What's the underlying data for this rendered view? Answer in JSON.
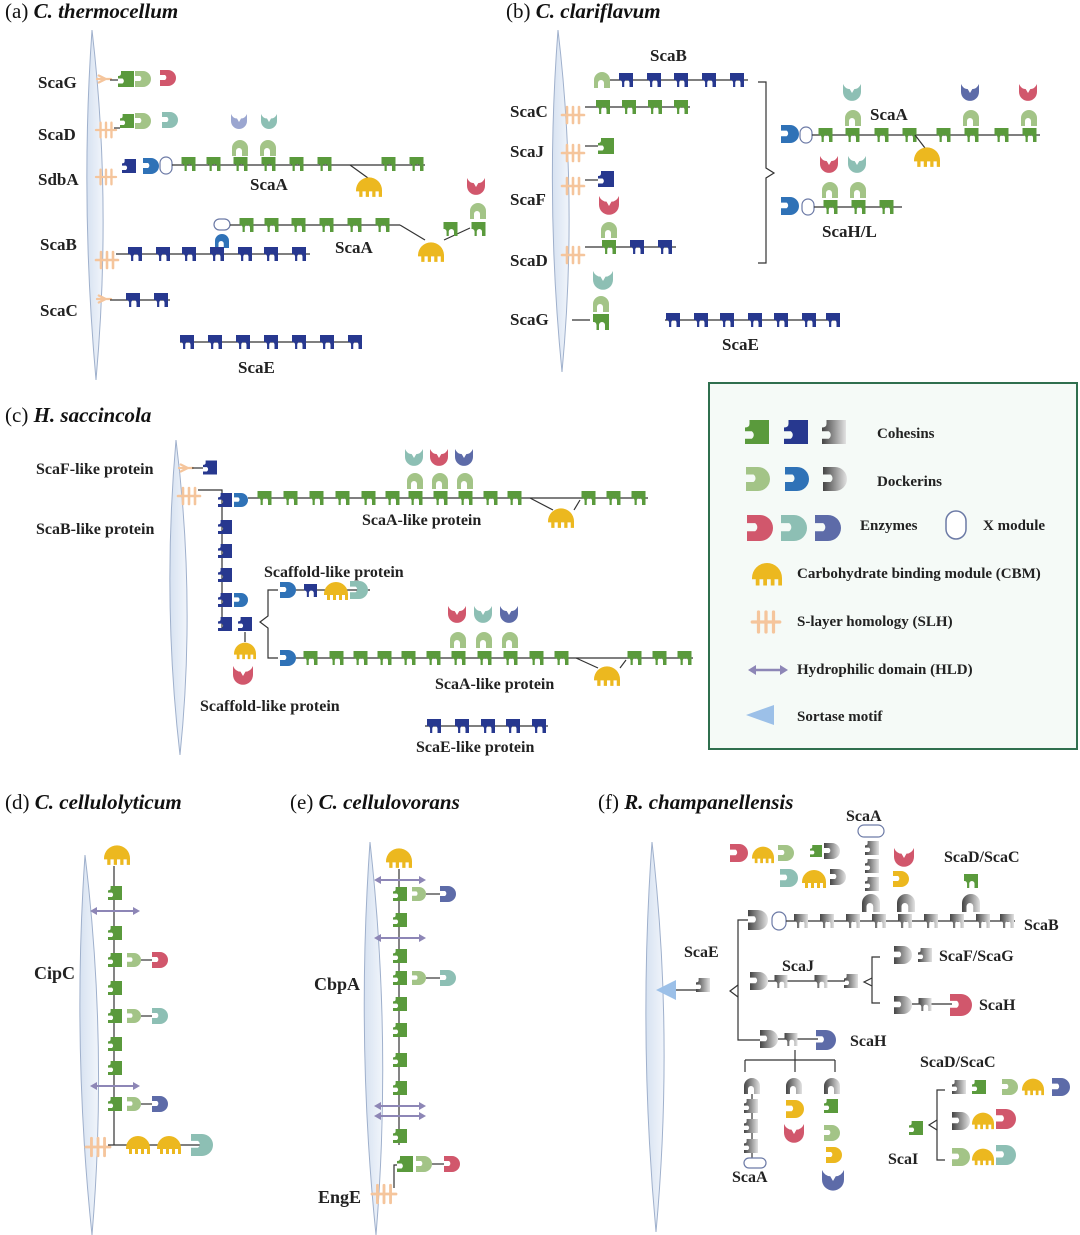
{
  "colors": {
    "green": "#5a9a3c",
    "light_green": "#a3c487",
    "dark_blue": "#27388f",
    "mid_blue": "#2f72b7",
    "gray": "#9a9a9a",
    "pink": "#d1576c",
    "teal": "#8dbfb4",
    "periwinkle": "#5d6ba8",
    "gold": "#ecb81f",
    "slh": "#f5c59c",
    "membrane": "#e8eef7",
    "legend_border": "#2f6f4e",
    "legend_bg": "#f5faf7"
  },
  "panels": {
    "a": {
      "letter": "(a)",
      "species": "C. thermocellum",
      "labels": [
        "ScaG",
        "ScaD",
        "SdbA",
        "ScaB",
        "ScaC",
        "ScaA",
        "ScaA",
        "ScaE"
      ]
    },
    "b": {
      "letter": "(b)",
      "species": "C. clariflavum",
      "labels": [
        "ScaB",
        "ScaC",
        "ScaJ",
        "ScaF",
        "ScaD",
        "ScaG",
        "ScaA",
        "ScaH/L",
        "ScaE"
      ]
    },
    "c": {
      "letter": "(c)",
      "species": "H. saccincola",
      "labels": [
        "ScaF-like protein",
        "ScaB-like protein",
        "ScaA-like protein",
        "Scaffold-like protein",
        "ScaA-like protein",
        "Scaffold-like protein",
        "ScaE-like protein"
      ]
    },
    "d": {
      "letter": "(d)",
      "species": "C. cellulolyticum",
      "labels": [
        "CipC"
      ]
    },
    "e": {
      "letter": "(e)",
      "species": "C. cellulovorans",
      "labels": [
        "CbpA",
        "EngE"
      ]
    },
    "f": {
      "letter": "(f)",
      "species": "R. champanellensis",
      "labels": [
        "ScaA",
        "ScaD/ScaC",
        "ScaB",
        "ScaE",
        "ScaJ",
        "ScaF/ScaG",
        "ScaH",
        "ScaH",
        "ScaD/ScaC",
        "ScaA",
        "ScaI"
      ]
    }
  },
  "legend": {
    "cohesins": "Cohesins",
    "dockerins": "Dockerins",
    "enzymes": "Enzymes",
    "x_module": "X module",
    "cbm": "Carbohydrate binding module (CBM)",
    "slh": "S-layer homology (SLH)",
    "hld": "Hydrophilic domain (HLD)",
    "sortase": "Sortase motif"
  }
}
